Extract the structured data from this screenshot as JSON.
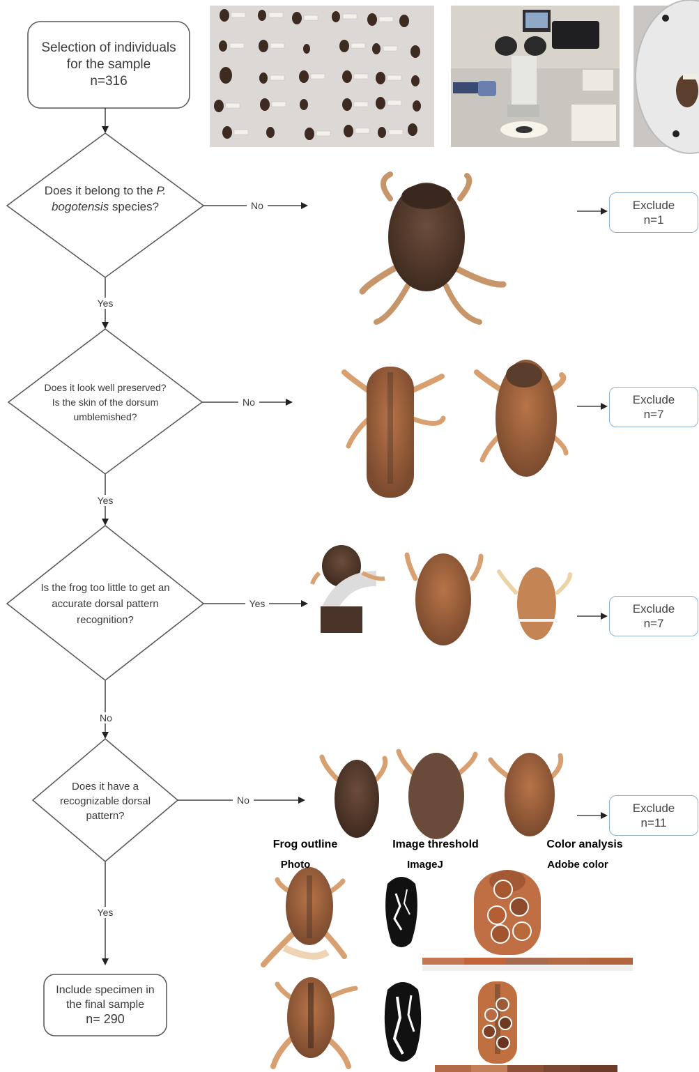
{
  "start": {
    "line1": "Selection of individuals",
    "line2": "for the sample",
    "line3": "n=316"
  },
  "q1": {
    "line1a": "Does it  belong to the ",
    "line1b": "P.",
    "line2a": "bogotensis",
    "line2b": " species?"
  },
  "q2": {
    "line1": "Does it look well preserved?",
    "line2": "Is the skin of the dorsum",
    "line3": "umblemished?"
  },
  "q3": {
    "line1": "Is the frog too little to get an",
    "line2": "accurate dorsal pattern",
    "line3": "recognition?"
  },
  "q4": {
    "line1": "Does it have a",
    "line2": "recognizable dorsal",
    "line3": "pattern?"
  },
  "arrows": {
    "q1_side": "No",
    "q1_down": "Yes",
    "q2_side": "No",
    "q2_down": "Yes",
    "q3_side": "Yes",
    "q3_down": "No",
    "q4_side": "No",
    "q4_down": "Yes"
  },
  "exclude": [
    {
      "label": "Exclude",
      "n": "n=1"
    },
    {
      "label": "Exclude",
      "n": "n=7"
    },
    {
      "label": "Exclude",
      "n": "n=7"
    },
    {
      "label": "Exclude",
      "n": "n=11"
    }
  ],
  "final": {
    "line1": "Include specimen in",
    "line2": "the final sample",
    "line3": "n= 290"
  },
  "analysis": {
    "col1_title": "Frog outline",
    "col1_sub": "Photo",
    "col2_title": "Image threshold",
    "col2_sub": "ImageJ",
    "col3_title": "Color analysis",
    "col3_sub": "Adobe color"
  },
  "colors": {
    "frog_dark": "#5a3d2b",
    "frog_mid": "#a0623a",
    "frog_light": "#c8844f",
    "edge_blue": "#8ab0cf"
  }
}
